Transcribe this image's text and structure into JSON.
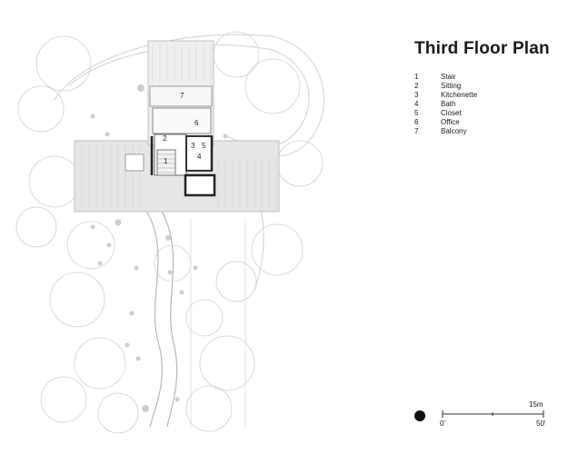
{
  "title": "Third Floor Plan",
  "legend": [
    {
      "number": "1",
      "label": "Stair"
    },
    {
      "number": "2",
      "label": "Sitting"
    },
    {
      "number": "3",
      "label": "Kitchenette"
    },
    {
      "number": "4",
      "label": "Bath"
    },
    {
      "number": "5",
      "label": "Closet"
    },
    {
      "number": "6",
      "label": "Office"
    },
    {
      "number": "7",
      "label": "Balcony"
    }
  ],
  "plan_labels": {
    "r1": "1",
    "r2": "2",
    "r3": "3",
    "r4": "4",
    "r5": "5",
    "r6": "6",
    "r7": "7"
  },
  "scale": {
    "metric": "15m",
    "zero": "0'",
    "imperial": "50'"
  },
  "north_arrow": "north-arrow-icon"
}
